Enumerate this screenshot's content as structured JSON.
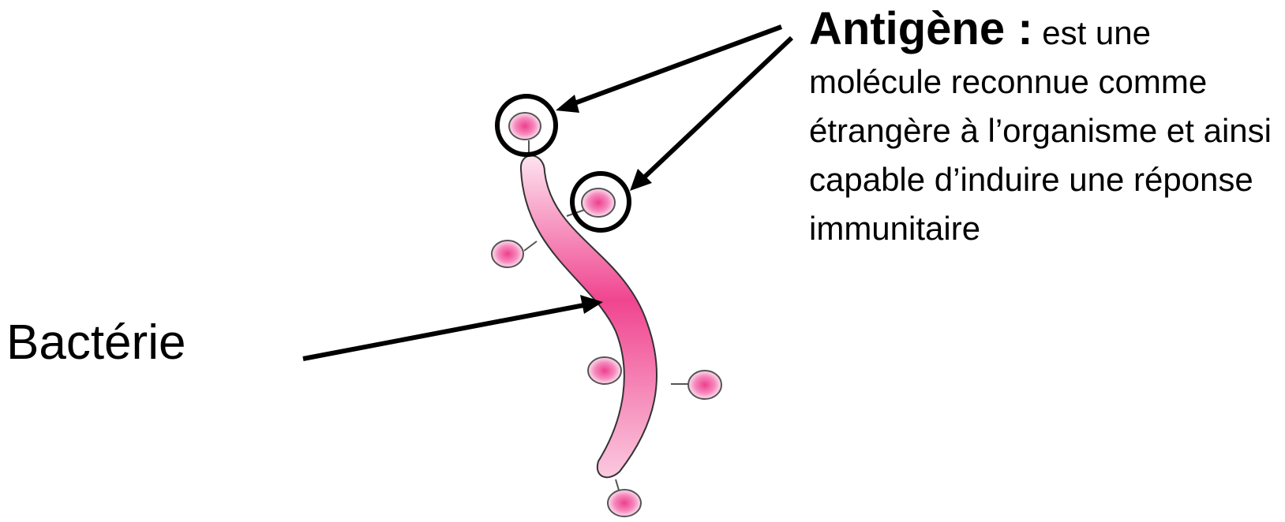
{
  "labels": {
    "bacteria": "Bactérie",
    "antigen_term": "Antigène :",
    "antigen_definition_lead": " est une",
    "antigen_definition_rest": "molécule reconnue comme étrangère à l’organisme et ainsi capable d’induire une réponse immunitaire"
  },
  "colors": {
    "bacteria_fill_light": "#fde0ee",
    "bacteria_fill_dark": "#f0458f",
    "antigen_fill": "#f27bb4",
    "outline": "#000000"
  }
}
